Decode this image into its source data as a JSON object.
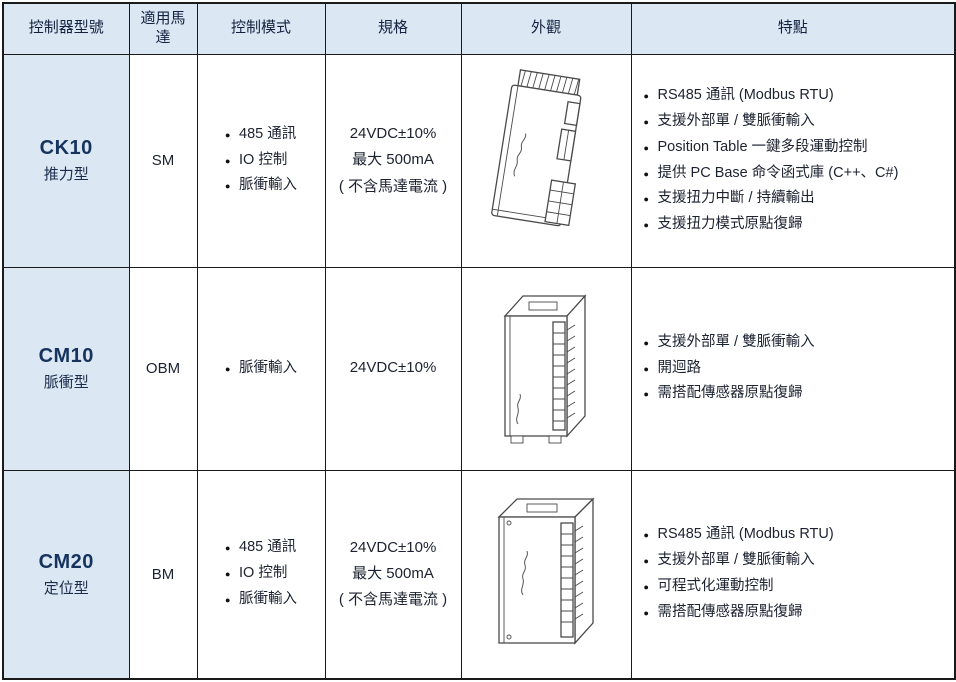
{
  "page": {
    "background": "#ffffff",
    "header_bg": "#dbe8f4",
    "border_color": "#1a1a1a",
    "model_color": "#16335e"
  },
  "table": {
    "headers": [
      "控制器型號",
      "適用馬達",
      "控制模式",
      "規格",
      "外觀",
      "特點"
    ],
    "rows": [
      {
        "model": "CK10",
        "type_label": "推力型",
        "motor": "SM",
        "control_modes": [
          "485 通訊",
          "IO 控制",
          "脈衝輸入"
        ],
        "spec_lines": [
          "24VDC±10%",
          "最大 500mA",
          "( 不含馬達電流 )"
        ],
        "appearance_icon": "stepper-driver-tilted",
        "features": [
          "RS485 通訊 (Modbus RTU)",
          "支援外部單 / 雙脈衝輸入",
          "Position Table 一鍵多段運動控制",
          "提供 PC Base 命令函式庫 (C++、C#)",
          "支援扭力中斷 / 持續輸出",
          "支援扭力模式原點復歸"
        ]
      },
      {
        "model": "CM10",
        "type_label": "脈衝型",
        "motor": "OBM",
        "control_modes": [
          "脈衝輸入"
        ],
        "spec_lines": [
          "24VDC±10%"
        ],
        "appearance_icon": "stepper-driver-upright",
        "features": [
          "支援外部單 / 雙脈衝輸入",
          "開迴路",
          "需搭配傳感器原點復歸"
        ]
      },
      {
        "model": "CM20",
        "type_label": "定位型",
        "motor": "BM",
        "control_modes": [
          "485 通訊",
          "IO 控制",
          "脈衝輸入"
        ],
        "spec_lines": [
          "24VDC±10%",
          "最大 500mA",
          "( 不含馬達電流 )"
        ],
        "appearance_icon": "stepper-driver-large",
        "features": [
          "RS485 通訊 (Modbus RTU)",
          "支援外部單 / 雙脈衝輸入",
          "可程式化運動控制",
          "需搭配傳感器原點復歸"
        ]
      }
    ]
  }
}
